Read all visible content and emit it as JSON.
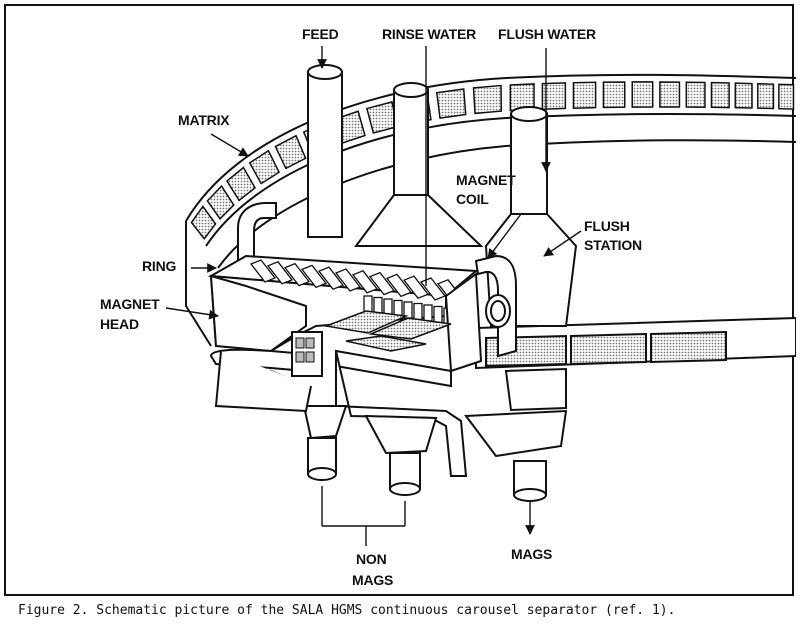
{
  "labels": {
    "feed": "FEED",
    "rinse_water": "RINSE WATER",
    "flush_water": "FLUSH WATER",
    "matrix": "MATRIX",
    "magnet_coil": [
      "MAGNET",
      "COIL"
    ],
    "flush_station": [
      "FLUSH",
      "STATION"
    ],
    "ring": "RING",
    "magnet_head": [
      "MAGNET",
      "HEAD"
    ],
    "non_mags": [
      "NON",
      "MAGS"
    ],
    "mags": "MAGS"
  },
  "caption": "Figure 2. Schematic picture of the SALA HGMS continuous carousel separator (ref. 1).",
  "colors": {
    "ink": "#111111",
    "hatch": "#9a9a9a",
    "paper": "#ffffff"
  }
}
